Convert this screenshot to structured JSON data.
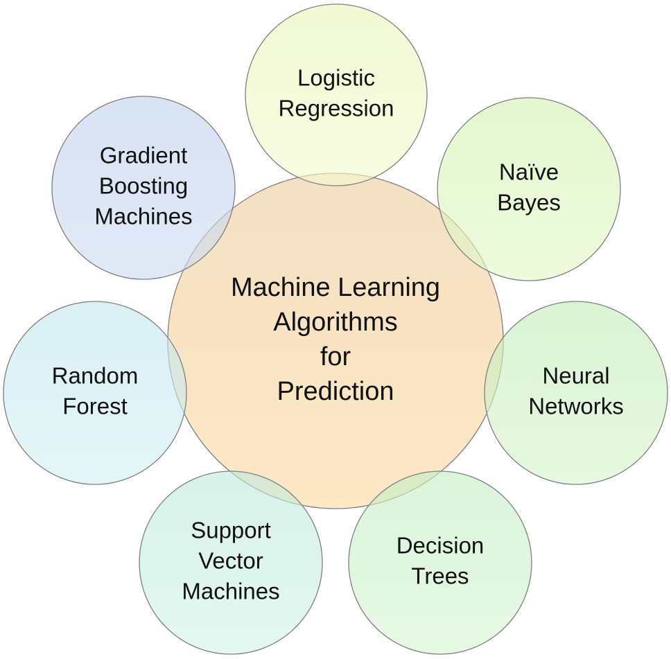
{
  "diagram": {
    "center": {
      "lines": [
        "Machine Learning",
        "Algorithms",
        "for",
        "Prediction"
      ],
      "color_top": "#f3dfc0",
      "color_bottom": "#fde6c2",
      "stroke": "#7f7f7f"
    },
    "satellites": [
      {
        "id": "logistic-regression",
        "lines": [
          "Logistic",
          "Regression"
        ],
        "color_top": "#e9f5b9",
        "color_bottom": "#f4fbcf"
      },
      {
        "id": "naive-bayes",
        "lines": [
          "Naïve",
          "Bayes"
        ],
        "color_top": "#d2f2b2",
        "color_bottom": "#e3f8c8"
      },
      {
        "id": "neural-networks",
        "lines": [
          "Neural",
          "Networks"
        ],
        "color_top": "#c4ecbb",
        "color_bottom": "#d7f4cc"
      },
      {
        "id": "decision-trees",
        "lines": [
          "Decision",
          "Trees"
        ],
        "color_top": "#c4eec4",
        "color_bottom": "#d6f4d2"
      },
      {
        "id": "support-vector-machines",
        "lines": [
          "Support",
          "Vector",
          "Machines"
        ],
        "color_top": "#bfe9dc",
        "color_bottom": "#d2f3e8"
      },
      {
        "id": "random-forest",
        "lines": [
          "Random",
          "Forest"
        ],
        "color_top": "#c2e6ee",
        "color_bottom": "#d5f0f3"
      },
      {
        "id": "gradient-boosting-machines",
        "lines": [
          "Gradient",
          "Boosting",
          "Machines"
        ],
        "color_top": "#c0d2ec",
        "color_bottom": "#cfdcf1"
      }
    ]
  }
}
